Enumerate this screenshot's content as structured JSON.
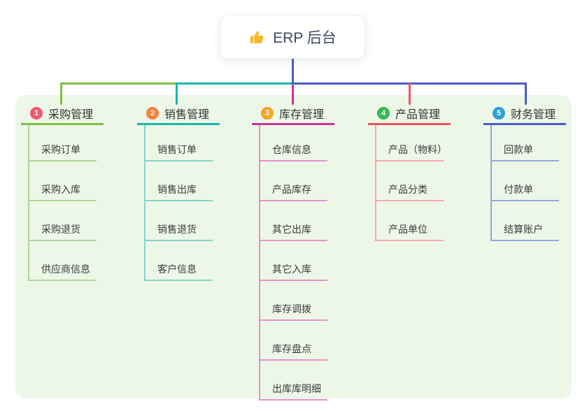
{
  "root": {
    "label": "ERP 后台",
    "icon": "thumbs-up-icon"
  },
  "colors": {
    "panel_bg": "#edf7e8",
    "root_connector": "#4a5bc8",
    "icon_yellow": "#f7b928"
  },
  "branches": [
    {
      "number": "1",
      "label": "采购管理",
      "badge_color": "#f2596e",
      "line_color": "#80bf47",
      "child_line_color": "#aed694",
      "children": [
        "采购订单",
        "采购入库",
        "采购退货",
        "供应商信息"
      ]
    },
    {
      "number": "2",
      "label": "销售管理",
      "badge_color": "#f8813c",
      "line_color": "#1db5ab",
      "child_line_color": "#84d3cb",
      "children": [
        "销售订单",
        "销售出库",
        "销售退货",
        "客户信息"
      ]
    },
    {
      "number": "3",
      "label": "库存管理",
      "badge_color": "#f5a623",
      "line_color": "#d12d9e",
      "child_line_color": "#eb8fcb",
      "children": [
        "仓库信息",
        "产品库存",
        "其它出库",
        "其它入库",
        "库存调拨",
        "库存盘点",
        "出库库明细"
      ]
    },
    {
      "number": "4",
      "label": "产品管理",
      "badge_color": "#39b954",
      "line_color": "#f2505e",
      "child_line_color": "#f6a6ad",
      "children": [
        "产品（物料）",
        "产品分类",
        "产品单位"
      ]
    },
    {
      "number": "5",
      "label": "财务管理",
      "badge_color": "#2ba0dd",
      "line_color": "#4a5bc8",
      "child_line_color": "#93a7dd",
      "children": [
        "回款单",
        "付款单",
        "结算账户"
      ]
    }
  ]
}
